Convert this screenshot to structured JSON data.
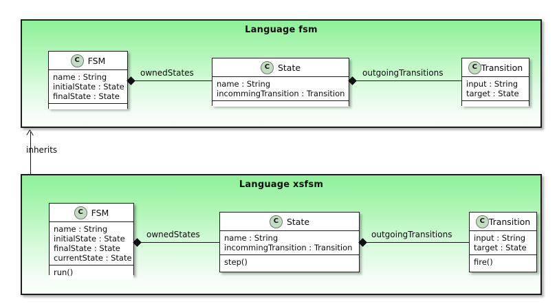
{
  "diagram": {
    "kind": "uml-class-diagram",
    "background": "#ffffff",
    "accent_package_green": "#8ef198",
    "class_icon_fill": "#c3ddc3",
    "line_color": "#141414"
  },
  "packages": [
    {
      "id": "fsm",
      "title": "Language fsm",
      "classes": [
        {
          "id": "fsm-FSM",
          "stereotype_icon": "class-icon",
          "stereotype_letter": "C",
          "name": "FSM",
          "attributes": [
            "name : String",
            "initialState : State",
            "finalState : State"
          ],
          "operations": []
        },
        {
          "id": "fsm-State",
          "stereotype_icon": "class-icon",
          "stereotype_letter": "C",
          "name": "State",
          "attributes": [
            "name : String",
            "incommingTransition : Transition"
          ],
          "operations": []
        },
        {
          "id": "fsm-Transition",
          "stereotype_icon": "class-icon",
          "stereotype_letter": "C",
          "name": "Transition",
          "attributes": [
            "input : String",
            "target : State"
          ],
          "operations": []
        }
      ],
      "associations": [
        {
          "id": "fsm-ownedStates",
          "label": "ownedStates",
          "from": "FSM",
          "to": "State",
          "kind": "composition"
        },
        {
          "id": "fsm-outgoingTransitions",
          "label": "outgoingTransitions",
          "from": "State",
          "to": "Transition",
          "kind": "composition"
        }
      ]
    },
    {
      "id": "xsfsm",
      "title": "Language xsfsm",
      "classes": [
        {
          "id": "xsfsm-FSM",
          "stereotype_icon": "class-icon",
          "stereotype_letter": "C",
          "name": "FSM",
          "attributes": [
            "name : String",
            "initialState : State",
            "finalState : State",
            "currentState : State"
          ],
          "operations": [
            "run()"
          ]
        },
        {
          "id": "xsfsm-State",
          "stereotype_icon": "class-icon",
          "stereotype_letter": "C",
          "name": "State",
          "attributes": [
            "name : String",
            "incommingTransition : Transition"
          ],
          "operations": [
            "step()"
          ]
        },
        {
          "id": "xsfsm-Transition",
          "stereotype_icon": "class-icon",
          "stereotype_letter": "C",
          "name": "Transition",
          "attributes": [
            "input : String",
            "target : State"
          ],
          "operations": [
            "fire()"
          ]
        }
      ],
      "associations": [
        {
          "id": "xsfsm-ownedStates",
          "label": "ownedStates",
          "from": "FSM",
          "to": "State",
          "kind": "composition"
        },
        {
          "id": "xsfsm-outgoingTransitions",
          "label": "outgoingTransitions",
          "from": "State",
          "to": "Transition",
          "kind": "composition"
        }
      ]
    }
  ],
  "relations": [
    {
      "id": "inherits",
      "label": "inherits",
      "from": "Language xsfsm",
      "to": "Language fsm",
      "kind": "generalization"
    }
  ]
}
